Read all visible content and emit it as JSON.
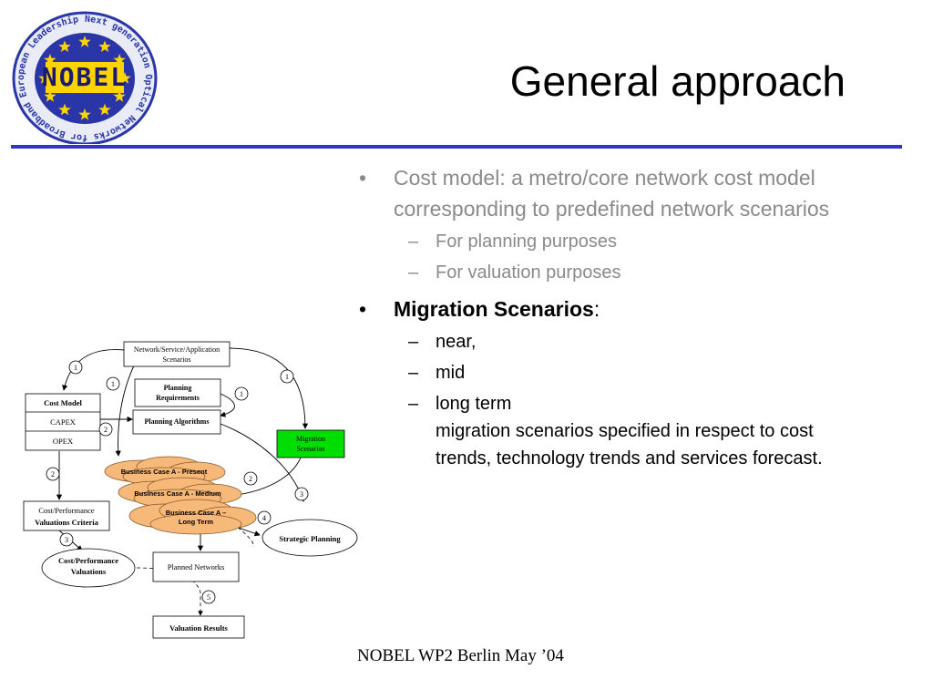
{
  "slide": {
    "title": "General approach",
    "footer": "NOBEL WP2 Berlin May ’04"
  },
  "logo": {
    "text": "NOBEL",
    "ring_text": "Next generation Optical Networks for Broadband European Leadership",
    "colors": {
      "ring": "#2a35a8",
      "stars": "#ffd400"
    }
  },
  "bullets": [
    {
      "text": "Cost model: a metro/core network cost model corresponding to predefined network scenarios",
      "style": "gray",
      "sub": [
        "For planning purposes",
        "For valuation purposes"
      ]
    },
    {
      "text": "Migration Scenarios",
      "suffix": ":",
      "style": "black-bold",
      "sub": [
        "near,",
        "mid",
        "long term",
        "migration scenarios specified in respect to cost trends, technology trends and services forecast."
      ]
    }
  ],
  "diagram": {
    "scenarios_box": [
      "Network/Service/Application",
      "Scenarios"
    ],
    "cost_model": {
      "title": "Cost Model",
      "rows": [
        "CAPEX",
        "OPEX"
      ]
    },
    "planning_requirements": [
      "Planning",
      "Requirements"
    ],
    "planning_algorithms": "Planning Algorithms",
    "migration_scenarios": [
      "Migration",
      "Scenarios"
    ],
    "business_cases": [
      "Business Case A - Present",
      "Business Case A - Medium",
      "Business Case A –",
      "Long Term"
    ],
    "cost_perf_criteria": [
      "Cost/Performance",
      "Valuations Criteria"
    ],
    "cost_perf_valuations": [
      "Cost/Performance",
      "Valuations"
    ],
    "planned_networks": "Planned Networks",
    "strategic_planning": "Strategic Planning",
    "valuation_results": "Valuation Results",
    "step_numbers": [
      "1",
      "1",
      "1",
      "1",
      "2",
      "2",
      "2",
      "3",
      "3",
      "4",
      "5"
    ],
    "colors": {
      "migration_fill": "#00dd00",
      "cloud_fill": "#f7b97a"
    }
  }
}
